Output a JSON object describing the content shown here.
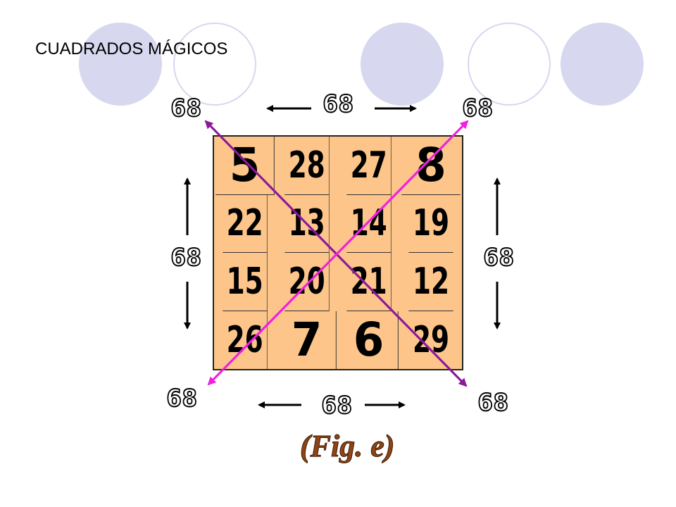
{
  "title": "CUADRADOS MÁGICOS",
  "magic_square": {
    "rows": [
      [
        "5",
        "28",
        "27",
        "8"
      ],
      [
        "22",
        "13",
        "14",
        "19"
      ],
      [
        "15",
        "20",
        "21",
        "12"
      ],
      [
        "26",
        "7",
        "6",
        "29"
      ]
    ]
  },
  "sums": {
    "top_left_diagonal": "68",
    "top_row": "68",
    "top_right_diagonal": "68",
    "left_column": "68",
    "right_column": "68",
    "bottom_left_diagonal": "68",
    "bottom_row": "68",
    "bottom_right_diagonal": "68"
  },
  "caption": "(Fig. e)",
  "colors": {
    "cell_fill": "#fdc58a",
    "diagonal_main": "#8b1a9a",
    "diagonal_anti": "#f020e0",
    "decor_circle": "#d7d7ef",
    "caption": "#8e4416"
  }
}
